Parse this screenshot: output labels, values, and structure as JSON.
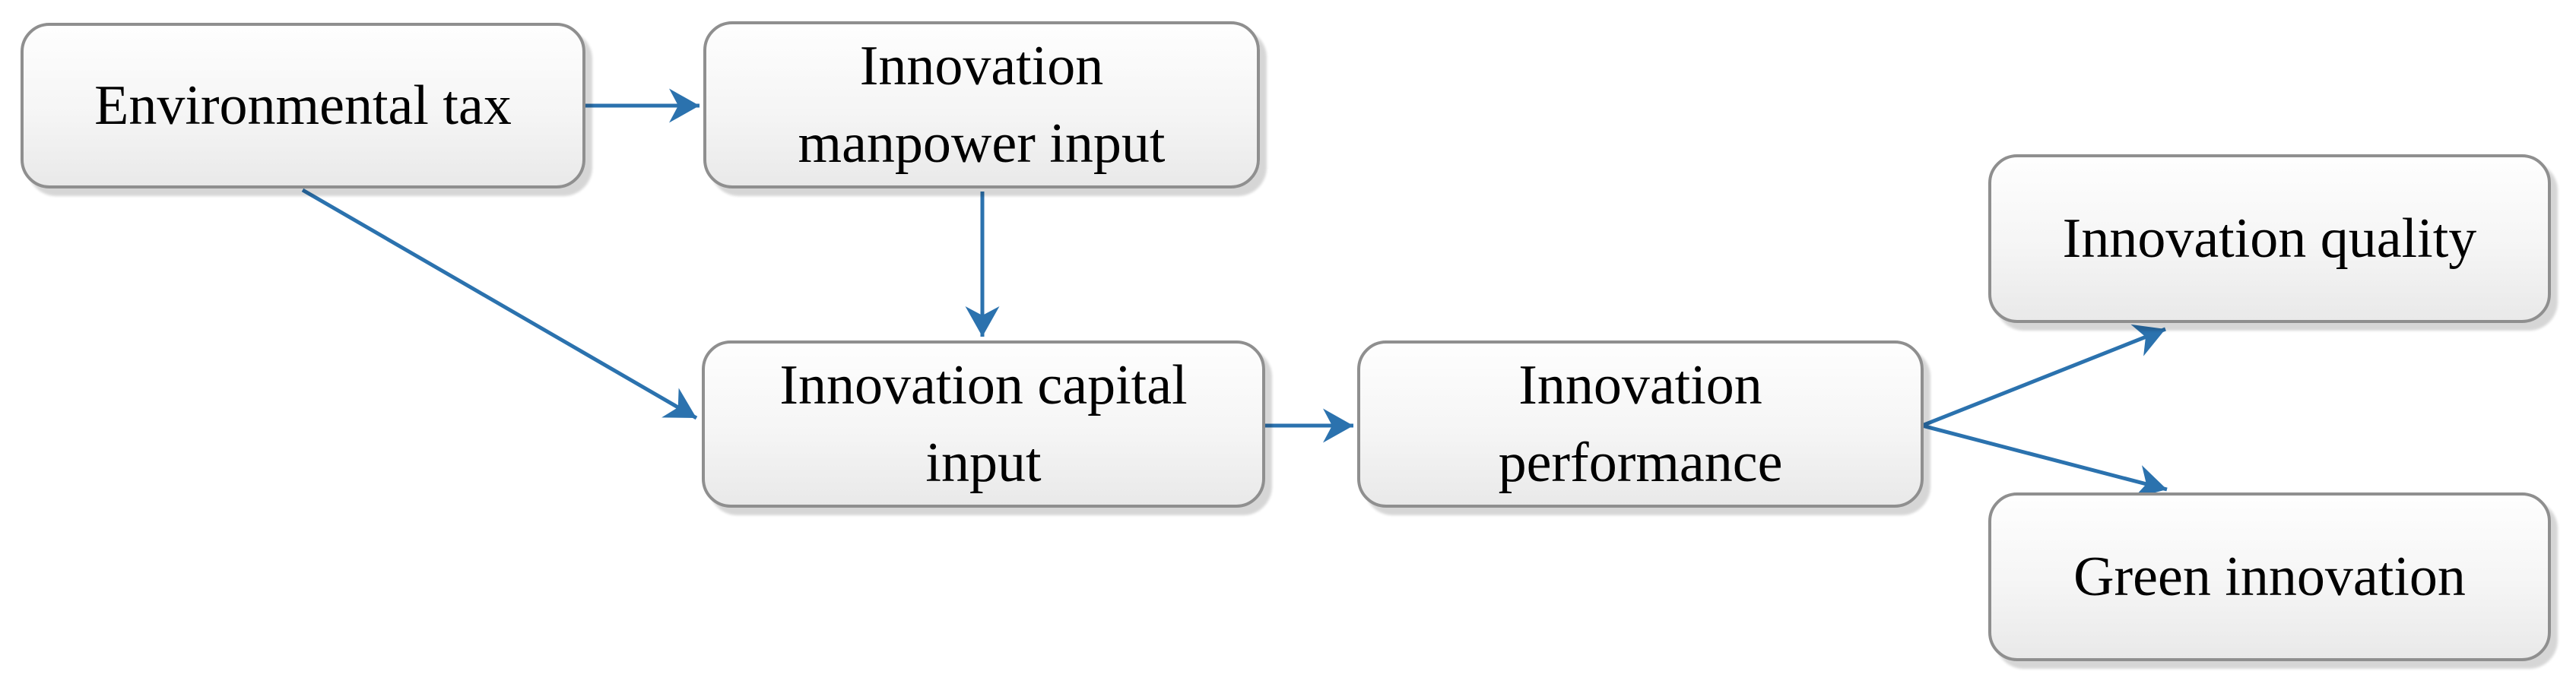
{
  "colors": {
    "arrow": "#2B72AE",
    "box_border": "#8f8f8f",
    "box_fill_top": "#fefefe",
    "box_fill_mid": "#f5f5f5",
    "box_fill_bottom": "#e9e9e9",
    "text": "#000000",
    "background": "#ffffff"
  },
  "diagram": {
    "type": "flow-diagram",
    "nodes": [
      {
        "id": "environmental-tax",
        "label": "Environmental tax"
      },
      {
        "id": "innovation-manpower-input",
        "label": "Innovation\nmanpower input"
      },
      {
        "id": "innovation-capital-input",
        "label": "Innovation capital\ninput"
      },
      {
        "id": "innovation-performance",
        "label": "Innovation\nperformance"
      },
      {
        "id": "innovation-quality",
        "label": "Innovation quality"
      },
      {
        "id": "green-innovation",
        "label": "Green innovation"
      }
    ],
    "edges": [
      {
        "from": "environmental-tax",
        "to": "innovation-manpower-input"
      },
      {
        "from": "environmental-tax",
        "to": "innovation-capital-input"
      },
      {
        "from": "innovation-manpower-input",
        "to": "innovation-capital-input"
      },
      {
        "from": "innovation-capital-input",
        "to": "innovation-performance"
      },
      {
        "from": "innovation-performance",
        "to": "innovation-quality"
      },
      {
        "from": "innovation-performance",
        "to": "green-innovation"
      }
    ]
  }
}
